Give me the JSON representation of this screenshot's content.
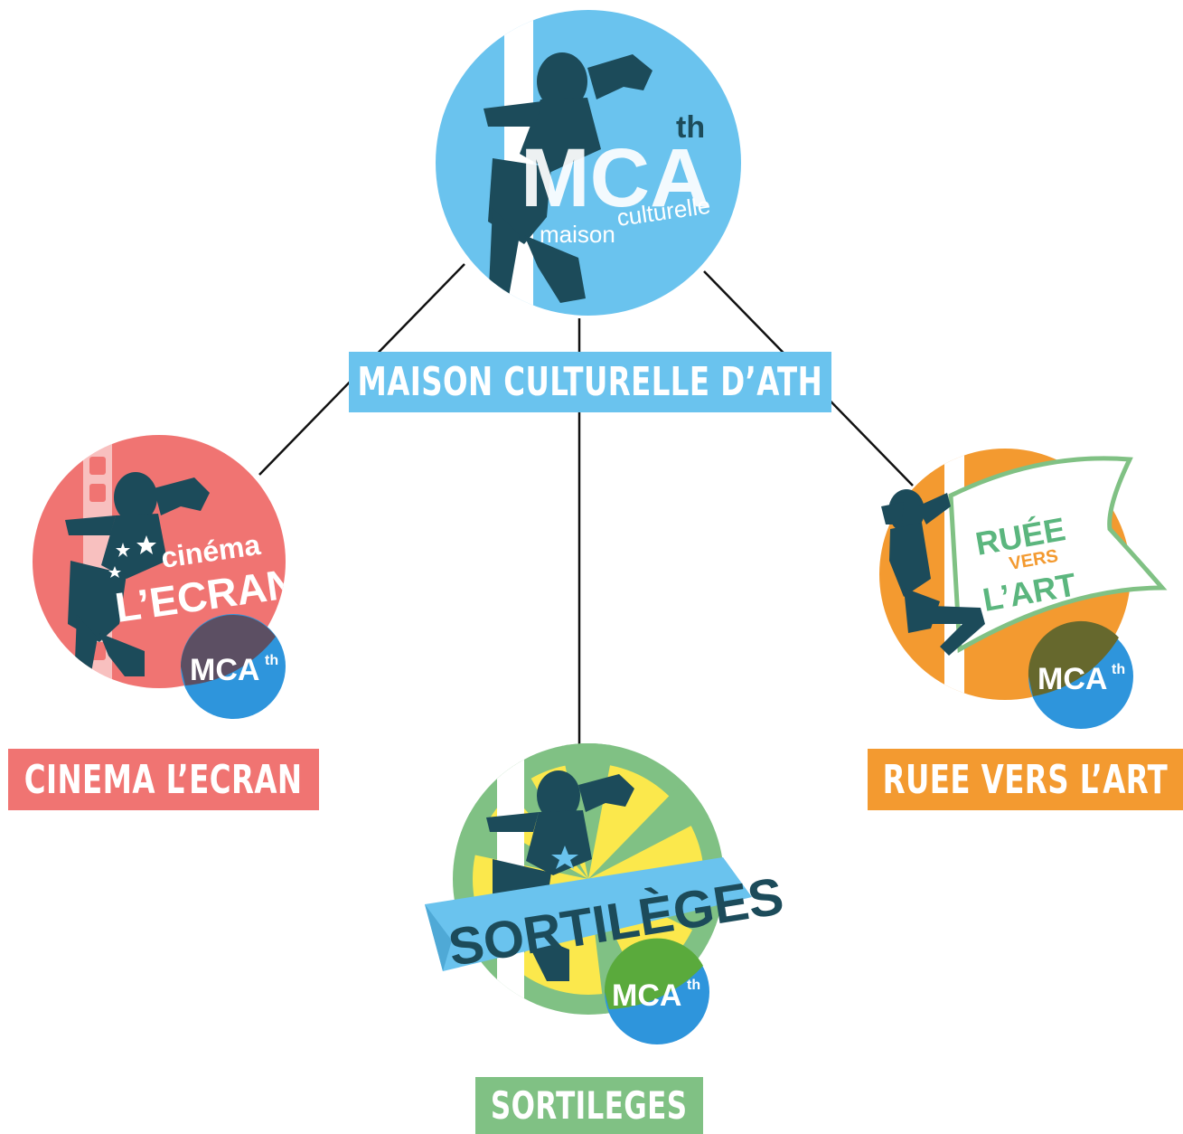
{
  "colors": {
    "main": "#6ac3ee",
    "cinema": "#f07472",
    "ruee": "#f39a30",
    "sortileges": "#80c184",
    "silhouette": "#1c4b5a",
    "mca_blue": "#2e95dc",
    "sun_yellow": "#fbe84c",
    "ruee_text_green": "#5bb67e",
    "ruee_text_orange": "#f39a30",
    "line": "#111111"
  },
  "nodes": {
    "main": {
      "label": "MAISON CULTURELLE D’ATH",
      "logo_mca": "MCA",
      "logo_sup": "th",
      "logo_sub_1": "maison",
      "logo_sub_2": "culturelle"
    },
    "cinema": {
      "label": "CINEMA L’ECRAN",
      "logo_line1": "cinéma",
      "logo_line2": "L’ECRAN",
      "badge_mca": "MCA",
      "badge_sup": "th"
    },
    "ruee": {
      "label": "RUEE VERS L’ART",
      "logo_line1": "RUÉE",
      "logo_line2": "VERS",
      "logo_line3": "L’ART",
      "badge_mca": "MCA",
      "badge_sup": "th"
    },
    "sortileges": {
      "label": "SORTILEGES",
      "logo_banner": "SORTILÈGES",
      "badge_mca": "MCA",
      "badge_sup": "th"
    }
  }
}
